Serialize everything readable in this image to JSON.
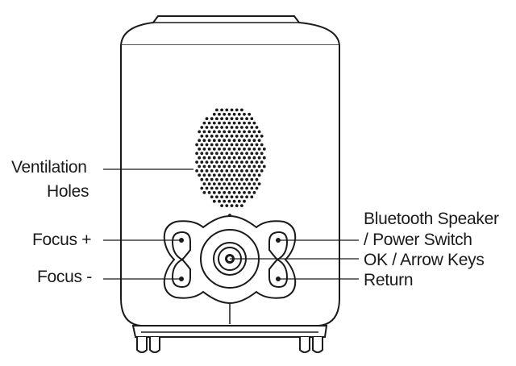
{
  "labels": {
    "ventilation_line1": "Ventilation",
    "ventilation_line2": "Holes",
    "focus_plus": "Focus +",
    "focus_minus": "Focus -",
    "bluetooth_line1": "Bluetooth Speaker",
    "bluetooth_line2": "/ Power Switch",
    "ok_arrow": "OK / Arrow Keys",
    "return": "Return"
  },
  "colors": {
    "outline": "#1a1a1a",
    "fill": "#ffffff",
    "dots": "#1a1a1a"
  },
  "icons": {
    "ventilation": "speaker-grille-icon",
    "center_button": "ok-button-icon"
  }
}
